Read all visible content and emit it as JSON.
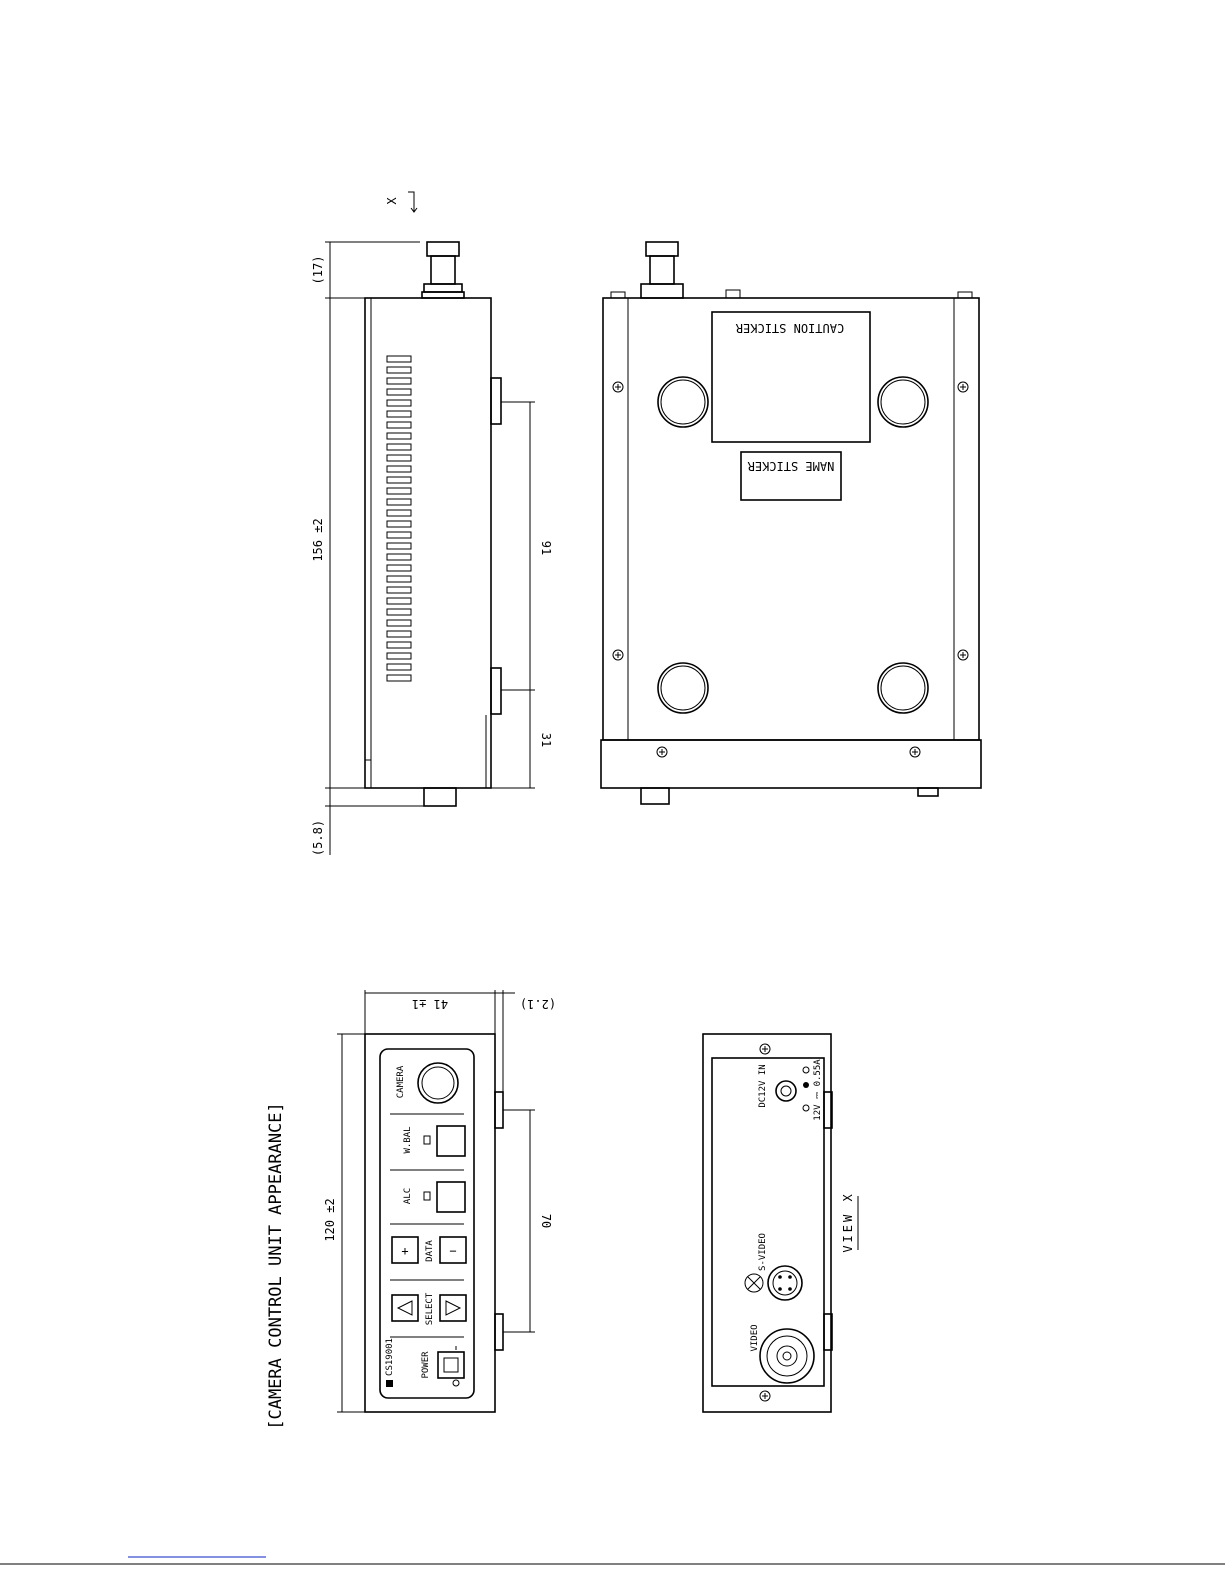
{
  "title": "[CAMERA CONTROL UNIT APPEARANCE]",
  "view_marker": "X",
  "view_label": "VIEW X",
  "dimensions": {
    "top_offset": "(17)",
    "length": "156 ±2",
    "bottom_offset": "(5.8)",
    "spacing_91": "91",
    "spacing_31": "31",
    "width": "120 ±2",
    "height": "41 ±1",
    "offset_21": "(2.1)",
    "spacing_70": "70"
  },
  "stickers": {
    "caution": "CAUTION STICKER",
    "name": "NAME STICKER"
  },
  "front_panel": {
    "model": "CS19001",
    "camera": "CAMERA",
    "wbal": "W.BAL",
    "alc": "ALC",
    "data": "DATA",
    "select": "SELECT",
    "power": "POWER",
    "plus": "+",
    "minus": "−"
  },
  "rear_panel": {
    "dc_in": "DC12V IN",
    "rating": "12V ⎓ 0.55A",
    "svideo": "S-VIDEO",
    "video": "VIDEO"
  }
}
